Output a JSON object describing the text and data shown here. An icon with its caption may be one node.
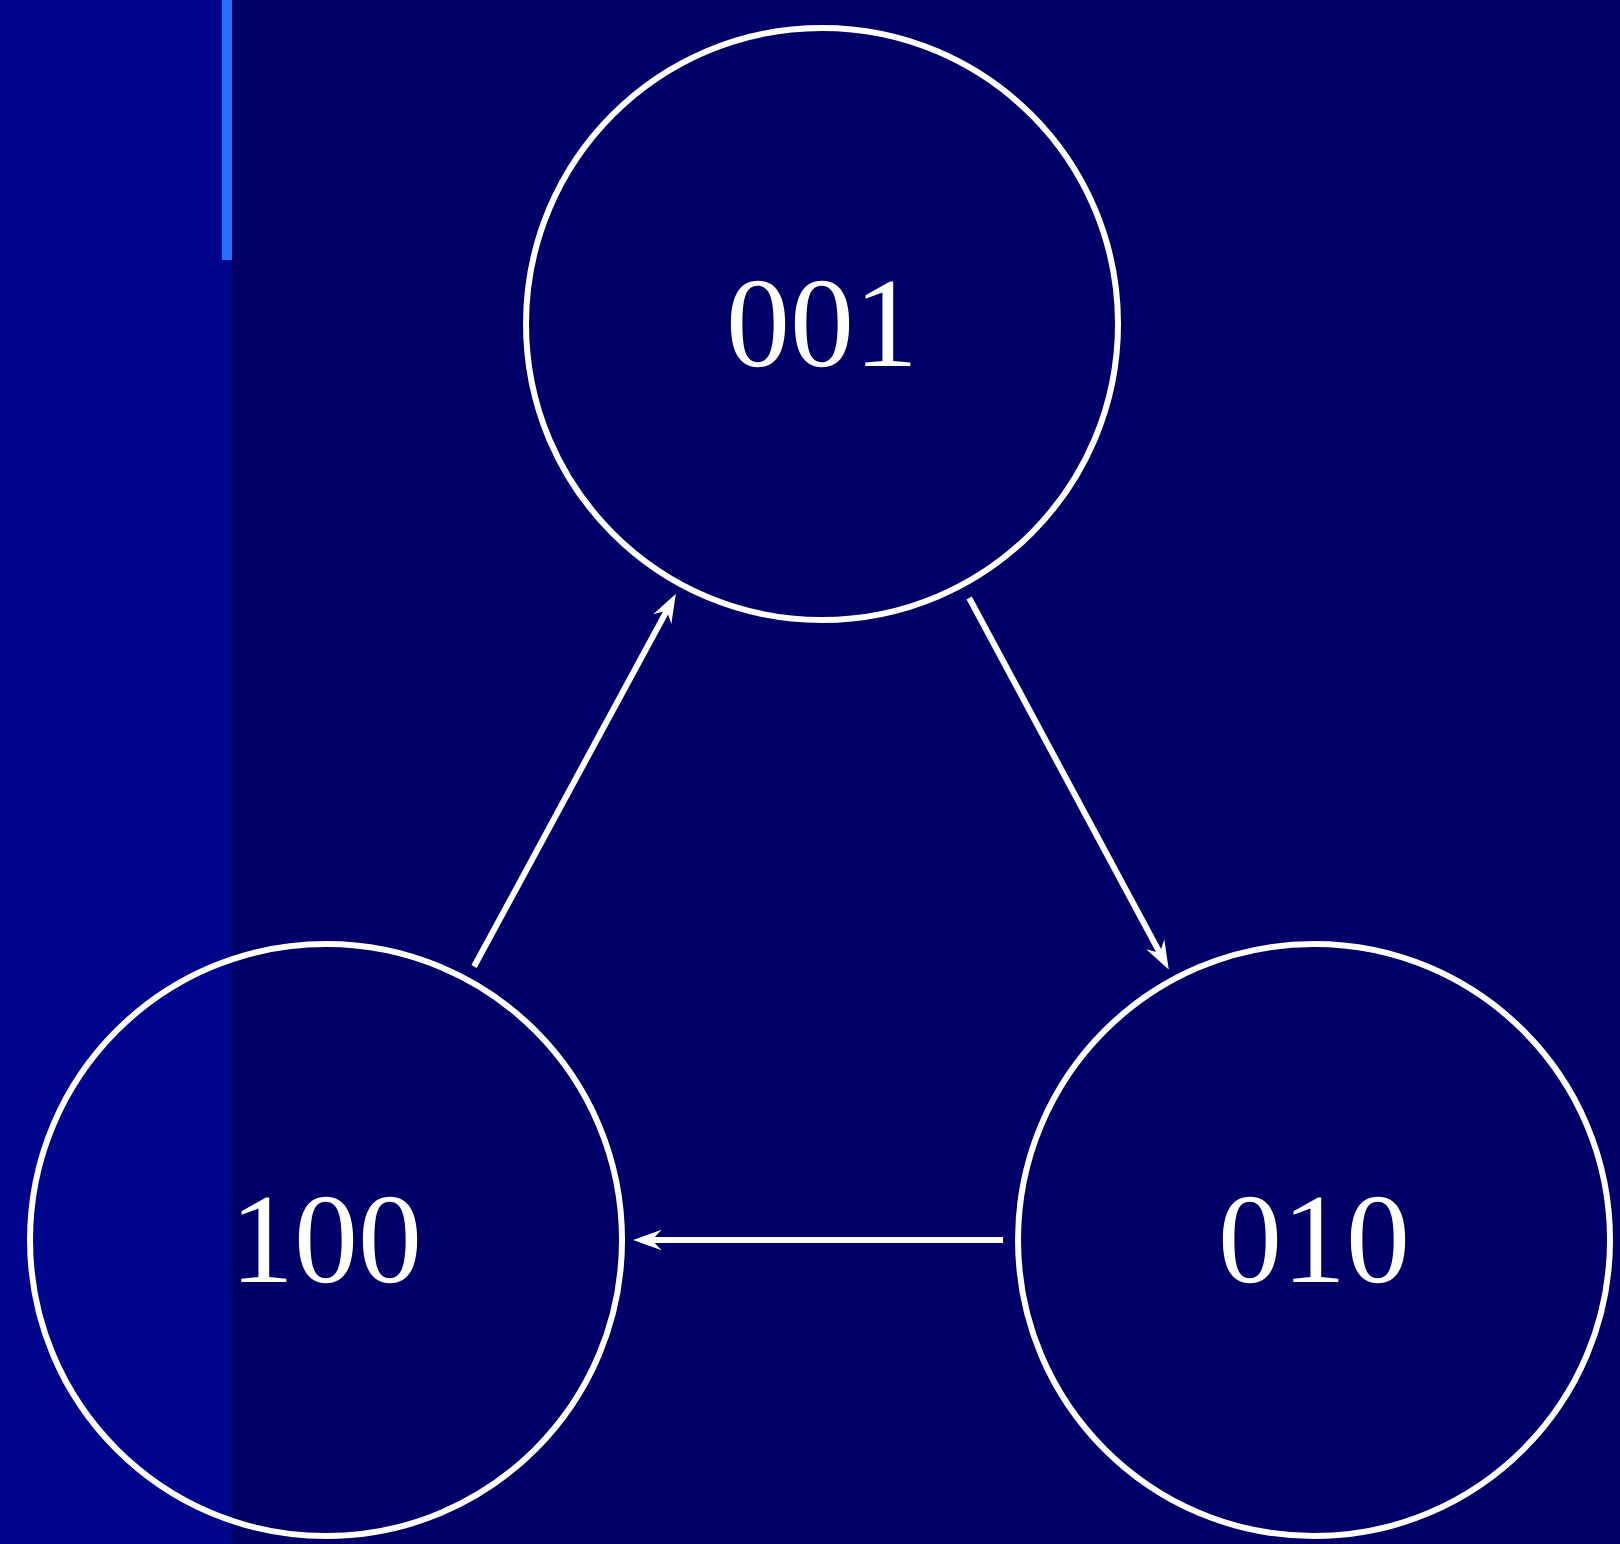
{
  "diagram": {
    "nodes": [
      {
        "text": [
          "001"
        ]
      },
      {
        "text": [
          "100"
        ]
      },
      {
        "text": [
          "010"
        ]
      }
    ],
    "edges": [
      {
        "from": 1,
        "to": 0,
        "arrow": "to"
      },
      {
        "from": 0,
        "to": 2,
        "arrow": "to"
      },
      {
        "from": 2,
        "to": 1,
        "arrow": "to"
      }
    ]
  }
}
